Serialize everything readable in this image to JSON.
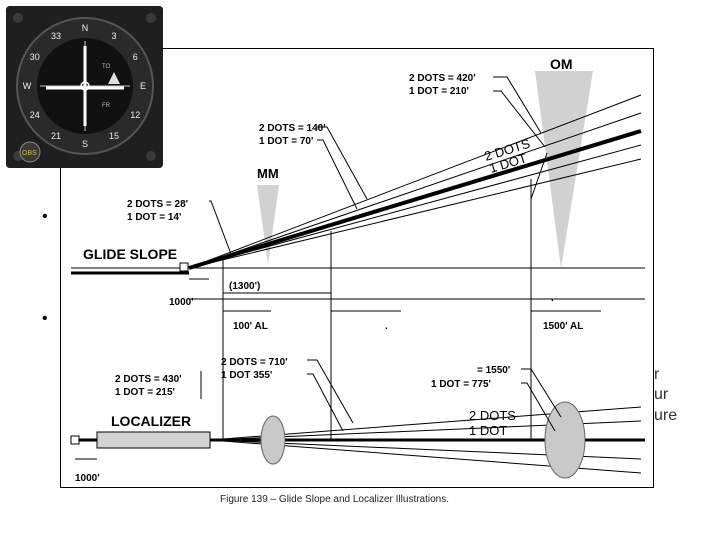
{
  "slide": {
    "bullets": [
      "•",
      "•"
    ],
    "right_fragments": [
      "r",
      "ur",
      "ure"
    ]
  },
  "figure": {
    "caption": "Figure 139 – Glide Slope and Localizer Illustrations.",
    "glide_slope_label": "GLIDE SLOPE",
    "localizer_label": "LOCALIZER",
    "om_label": "OM",
    "mm_label": "MM",
    "gs_om": [
      "2 DOTS = 420'",
      "1 DOT   = 210'"
    ],
    "gs_mm": [
      "2 DOTS = 140'",
      "1 DOT    =  70'"
    ],
    "gs_threshold": [
      "2 DOTS = 28'",
      "1 DOT  = 14'"
    ],
    "gs_two_dots": "2 DOTS",
    "gs_one_dot": "1 DOT",
    "dist_1300": "(1300')",
    "dist_1000_gs": "1000'",
    "al_100": "100' AL",
    "al_1500": "1500' AL",
    "mid_dot": ".",
    "loc_threshold": [
      "2 DOTS = 430'",
      "1 DOT  = 215'"
    ],
    "loc_mm": [
      "2 DOTS = 710'",
      "1 DOT    355'"
    ],
    "loc_om": [
      "= 1550'",
      "1 DOT    =  775'"
    ],
    "loc_two_dots": "2 DOTS",
    "loc_one_dot": "1 DOT",
    "dist_1000_loc": "1000'"
  },
  "instrument": {
    "headings": [
      "N",
      "3",
      "6",
      "E",
      "12",
      "15",
      "S",
      "21",
      "24",
      "W",
      "30",
      "33"
    ],
    "to": "TO",
    "fr": "FR",
    "obs": "OBS"
  }
}
